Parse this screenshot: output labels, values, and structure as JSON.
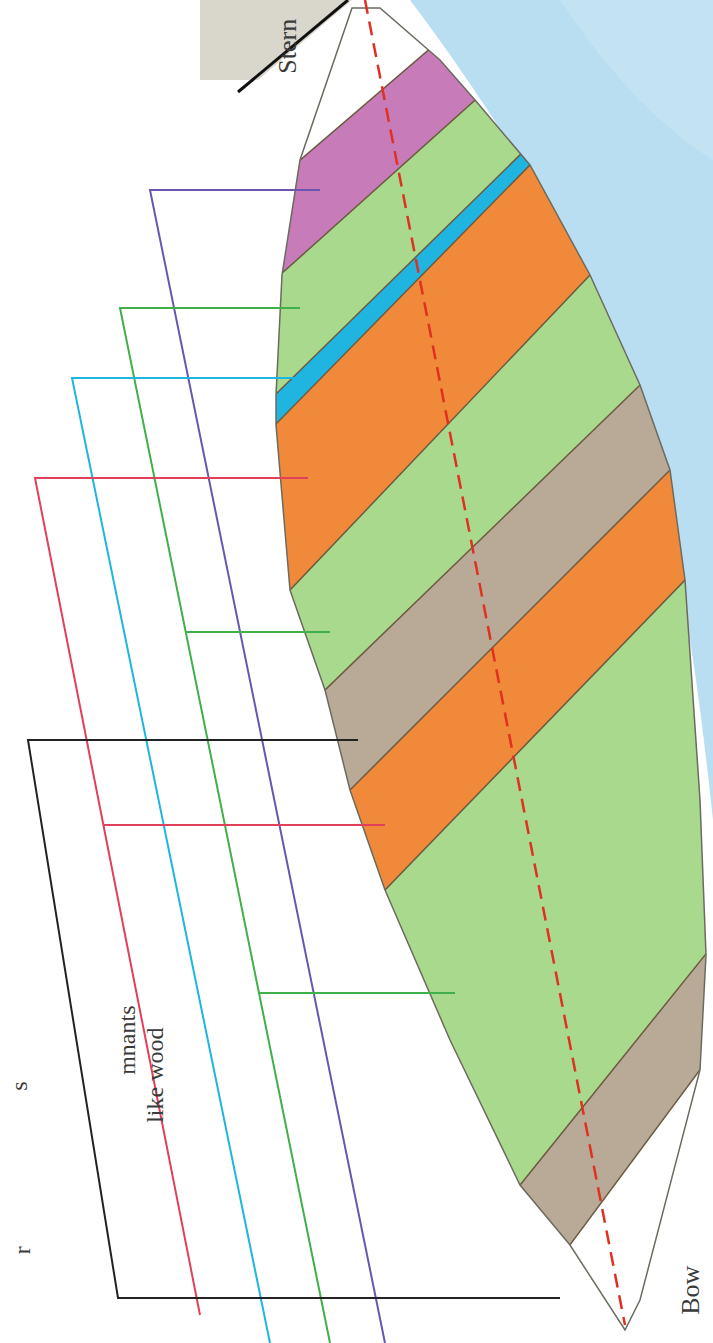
{
  "diagram": {
    "labels": [
      "Stern",
      "Bow",
      "mnants",
      "like wood",
      "s",
      "r"
    ]
  }
}
